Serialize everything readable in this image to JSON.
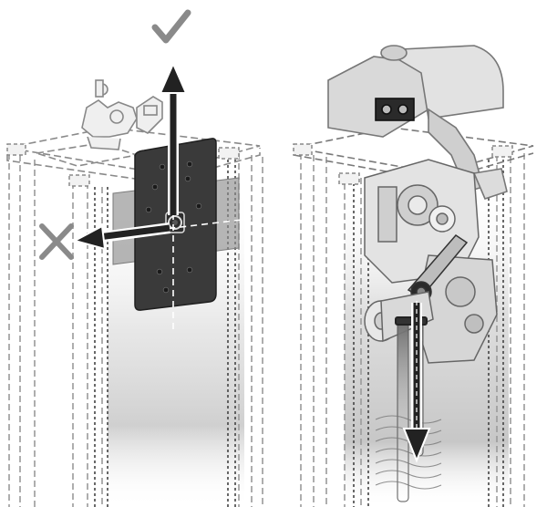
{
  "illustration": {
    "left_panel": {
      "correct_direction": {
        "icon": "check-mark-icon",
        "direction": "up",
        "status": "correct"
      },
      "incorrect_direction": {
        "icon": "x-mark-icon",
        "direction": "left",
        "status": "incorrect"
      }
    },
    "right_panel": {
      "direction": {
        "icon": "arrow-down-icon",
        "direction": "down"
      }
    }
  },
  "colors": {
    "check": "#8a8a8a",
    "cross": "#8a8a8a",
    "arrow": "#222222",
    "plate": "#3a3a3a",
    "ghost_plate": "#8f8f8f",
    "frame": "#9a9a9a",
    "column_fill": "#bdbdbd"
  }
}
